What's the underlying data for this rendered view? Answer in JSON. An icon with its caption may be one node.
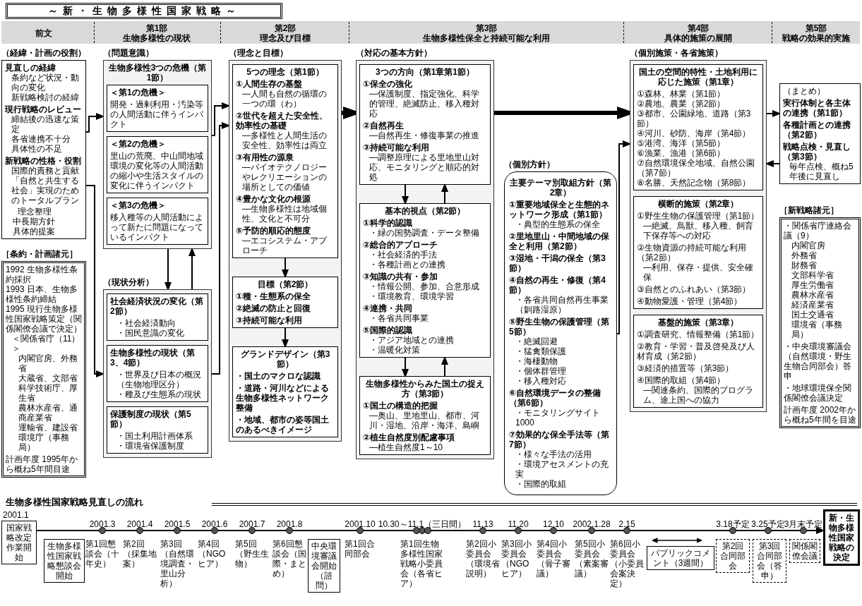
{
  "diagram": {
    "title": "～新・生物多様性国家戦略～",
    "nodes": [
      {
        "text": [
          "（経緯・計画の役割）",
          "見直しの経緯",
          "条約など状況・動向の変化",
          "新戦略検討の経緯",
          "現行戦略のレビュー",
          "締結後の迅速な策定",
          "各省連携不十分",
          "具体性の不足",
          "新戦略の性格・役割",
          "国際的責務と貢献",
          "「自然と共生する社会」実現のためのトータルプラン",
          "理念整理",
          "中長期方針",
          "具体的提案"
        ]
      },
      {
        "text": [
          "［条約・計画諸元］",
          "1992 生物多様性条約採択",
          "1993 日本、生物多様性条約締結",
          "1995 現行生物多様性国家戦略策定（関係閣僚会議で決定）",
          "＜関係省庁（11）＞",
          "内閣官房、外務省",
          "大蔵省、文部省",
          "科学技術庁、厚生省",
          "農林水産省、通商産業省",
          "運輸省、建設省",
          "環境庁（事務局）",
          "計画年度 1995年から概ね5年間目途"
        ]
      },
      {
        "text": [
          "（問題意識）",
          "生物多様性3つの危機（第1節）"
        ]
      },
      {
        "text": [
          "＜第1の危機＞",
          "開発・過剰利用・汚染等の人間活動に伴うインパクト"
        ],
        "in": 2
      },
      {
        "text": [
          "＜第2の危機＞",
          "里山の荒廃、中山間地域環境の変化等の人間活動の縮小や生活スタイルの変化に伴うインパクト"
        ],
        "in": 2
      },
      {
        "text": [
          "＜第3の危機＞",
          "移入種等の人間活動によって新たに問題になっているインパクト"
        ],
        "in": 2
      },
      {
        "text": [
          "（現状分析）"
        ]
      },
      {
        "text": [
          "社会経済状況の変化（第2節）",
          "・社会経済動向",
          "・国民意識の変化"
        ],
        "in": 6
      },
      {
        "text": [
          "生物多様性の現状（第3、4節）",
          "・世界及び日本の概況（生物地理区分）",
          "・種及び生態系の現状"
        ],
        "in": 6
      },
      {
        "text": [
          "保護制度の現状（第5節）",
          "・国土利用計画体系",
          "・環境省保護制度"
        ],
        "in": 6
      },
      {
        "text": [
          "（理念と目標）"
        ]
      },
      {
        "text": [
          "5つの理念（第1節）",
          "①人間生存の基盤",
          "―人間も自然の循環の一つの環（わ）",
          "②世代を超えた安全性、効率性の基礎",
          "―多様性と人間生活の安全性、効率性は両立",
          "③有用性の源泉",
          "―バイオテクノロジーやレクリエーションの場所としての価値",
          "④豊かな文化の根源",
          "―生物多様性は地域個性、文化と不可分",
          "⑤予防的順応的態度",
          "―エコシステム・アプローチ"
        ],
        "in": 10
      },
      {
        "text": [
          "目標（第2節）",
          "①種・生態系の保全",
          "②絶滅の防止と回復",
          "③持続可能な利用"
        ],
        "in": 10
      },
      {
        "text": [
          "グランドデザイン（第3節）",
          "・国土のマクロな認識",
          "・道路・河川などによる生物多様性ネットワーク整備",
          "・地域、都市の姿等国土のあるべきイメージ"
        ],
        "in": 10
      },
      {
        "text": [
          "（対応の基本方針）"
        ]
      },
      {
        "text": [
          "3つの方向（第1章第1節）",
          "①保全の強化",
          "―保護制度、指定強化、科学的管理、絶滅防止、移入種対応",
          "②自然再生",
          "―自然再生・修復事業の推進",
          "③持続可能な利用",
          "―調整原理による里地里山対応、モニタリングと順応的対処"
        ],
        "in": 14
      },
      {
        "text": [
          "基本的視点（第2節）",
          "①科学的認識",
          "・緑の国勢調査・データ整備",
          "②総合的アプローチ",
          "・社会経済的手法",
          "・各種計画との連携",
          "③知識の共有・参加",
          "・情報公開、参加、合意形成",
          "・環境教育、環境学習",
          "④連携・共同",
          "・各省共同事業",
          "⑤国際的認識",
          "・アジア地域との連携",
          "・温暖化対策"
        ],
        "in": 14
      },
      {
        "text": [
          "生物多様性からみた国土の捉え方（第3節）",
          "①国土の構造的把握",
          "―奥山、里地里山、都市、河川・湿地、沿岸・海洋、島嶼",
          "②植生自然度別配慮事項",
          "―植生自然度1～10"
        ],
        "in": 14
      },
      {
        "text": [
          "（個別方針）",
          "主要テーマ別取組方針（第2章）",
          "①重要地域保全と生態的ネットワーク形成（第1節）",
          "・典型的生態系の保全",
          "②里地里山・中間地域の保全と利用（第2節）",
          "③湿地・干潟の保全（第3節）",
          "④自然の再生・修復（第4節）",
          "・各省共同自然再生事業（釧路湿原）",
          "⑤野生生物の保護管理（第5節）",
          "・絶滅回避",
          "・猛禽類保護",
          "・海棲動物",
          "・個体群管理",
          "・移入種対応",
          "⑥自然環境データの整備（第6節）",
          "・モニタリングサイト1000",
          "⑦効果的な保全手法等（第7節）",
          "・様々な手法の活用",
          "・環境アセスメントの充実",
          "・国際的取組"
        ]
      },
      {
        "text": [
          "（個別施策・各省施策）"
        ]
      },
      {
        "text": [
          "国土の空間的特性・土地利用に応じた施策（第1章）",
          "①森林、林業（第1節）",
          "②農地、農業（第2節）",
          "③都市、公園緑地、道路（第3節）",
          "④河川、砂防、海岸（第4節）",
          "⑤港湾、海洋（第5節）",
          "⑥漁業、漁港（第6節）",
          "⑦自然環境保全地域、自然公園（第7節）",
          "⑧名勝、天然記念物（第8節）"
        ],
        "in": 19
      },
      {
        "text": [
          "横断的施策（第2章）",
          "①野生生物の保護管理（第1節）",
          "―絶滅、鳥獣、移入種、飼育下保存等への対応",
          "②生物資源の持続可能な利用（第2節）",
          "―利用、保存・提供、安全確保",
          "③自然とのふれあい（第3節）",
          "④動物愛護・管理（第4節）"
        ],
        "in": 19
      },
      {
        "text": [
          "基盤的施策（第3章）",
          "①調査研究、情報整備（第1節）",
          "②教育・学習・普及啓発及び人材育成（第2節）",
          "③経済的措置等（第3節）",
          "④国際的取組（第4節）",
          "―関連条約、国際的プログラム、途上国への協力"
        ],
        "in": 19
      },
      {
        "text": [
          "（まとめ）",
          "実行体制と各主体の連携（第1節）",
          "各種計画との連携（第2節）",
          "戦略点検・見直し（第3節）",
          "毎年点検、概ね5年後に見直し"
        ]
      },
      {
        "text": [
          "［新戦略諸元］",
          "・関係省庁連絡会議（9）",
          "内閣官房",
          "外務省",
          "財務省",
          "文部科学省",
          "厚生労働省",
          "農林水産省",
          "経済産業省",
          "国土交通省",
          "環境省（事務局）",
          "・中央環境審議会（自然環境・野生生物合同部会）答申",
          "・地球環境保全関係閣僚会議決定",
          "計画年度 2002年から概ね5年間を目途"
        ]
      },
      {
        "text": [
          "国家戦略改定作業開始"
        ]
      },
      {
        "text": [
          "生物多様性国家戦略懇談会開始"
        ]
      },
      {
        "text": [
          "中央環境審議会開始（諮問）"
        ]
      },
      {
        "text": [
          "パブリックコメント（3週間）"
        ]
      },
      {
        "text": [
          "第2回合同部会"
        ]
      },
      {
        "text": [
          "第3回合同部会（答申）"
        ]
      },
      {
        "text": [
          "関係閣僚会議"
        ]
      },
      {
        "text": [
          "新・生物多様性国家戦略の決定"
        ]
      }
    ],
    "edges": [
      {
        "from": 0,
        "to": 2,
        "arrow": "to"
      },
      {
        "from": 0,
        "to": 6,
        "arrow": "to"
      },
      {
        "from": 2,
        "to": 6,
        "arrow": "to"
      },
      {
        "from": 6,
        "to": 2,
        "arrow": "to"
      },
      {
        "from": 2,
        "to": 10,
        "arrow": "to"
      },
      {
        "from": 6,
        "to": 10,
        "arrow": "to"
      },
      {
        "from": 11,
        "to": 12,
        "arrow": "to"
      },
      {
        "from": 12,
        "to": 13,
        "arrow": "to"
      },
      {
        "from": 10,
        "to": 14,
        "arrow": "to",
        "style": "thick"
      },
      {
        "from": 15,
        "to": 16,
        "arrow": "to"
      },
      {
        "from": 16,
        "to": 15,
        "arrow": "to"
      },
      {
        "from": 16,
        "to": 17,
        "arrow": "to"
      },
      {
        "from": 17,
        "to": 16,
        "arrow": "to"
      },
      {
        "from": 14,
        "to": 19,
        "arrow": "to",
        "style": "thick"
      },
      {
        "from": 18,
        "to": 19,
        "arrow": "to"
      },
      {
        "from": 19,
        "to": 23,
        "arrow": "to"
      },
      {
        "from": 23,
        "to": 19,
        "arrow": "to"
      },
      {
        "from": 25,
        "to": 32,
        "arrow": "to"
      }
    ],
    "labels": [
      "前文",
      "第1部",
      "生物多様性の現状",
      "第2部",
      "理念及び目標",
      "第3部",
      "生物多様性保全と持続可能な利用",
      "第4部",
      "具体的施策の展開",
      "第5部",
      "戦略の効果的実施",
      "生物多様性国家戦略見直しの流れ",
      "2001.1",
      "2001.3",
      "第1回懇談会（十年史）",
      "2001.4",
      "第2回（採集地案）",
      "2001.5",
      "第3回（自然環境調査・里山分析）",
      "2001.6",
      "第4回（NGOヒア）",
      "2001.7",
      "第5回（野生生物）",
      "2001.8",
      "第6回懇談会（国際・まとめ）",
      "2001.10",
      "第1回合同部会",
      "10.30～11.1（三日間）",
      "第1回生物多様性国家戦略小委員会（各省ヒア）",
      "11.13",
      "第2回小委員会（環境省説明）",
      "11.20",
      "第3回小委員会（NGOヒア）",
      "12.10",
      "第4回小委員会（骨子審議）",
      "2002.1.28",
      "第5回小委員会（素案審議）",
      "2.15",
      "第6回小委員会（小委員会案決定）",
      "3.18予定",
      "3.25予定",
      "3月末予定"
    ]
  }
}
